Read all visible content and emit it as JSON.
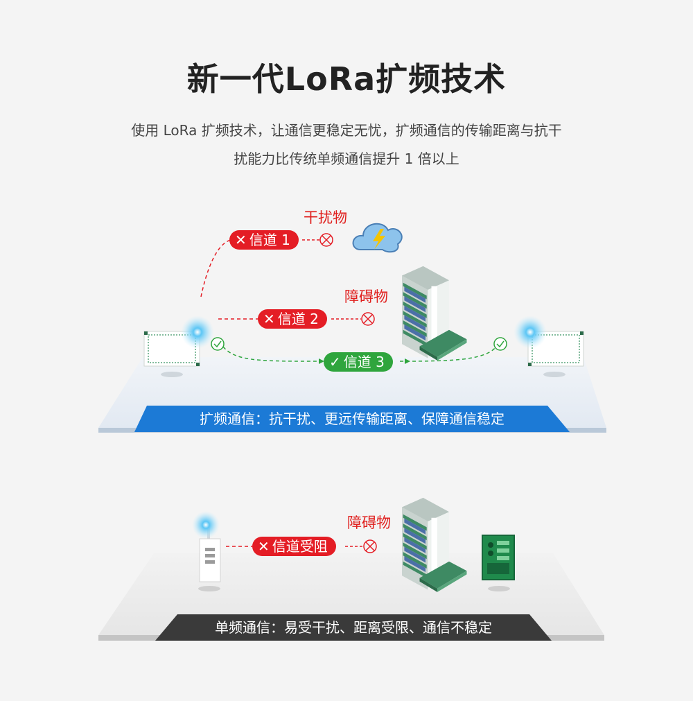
{
  "title": "新一代LoRa扩频技术",
  "subtitle": {
    "line1": "使用 LoRa 扩频技术，让通信更稳定无忧，扩频通信的传输距离与抗干",
    "line2": "扰能力比传统单频通信提升 1 倍以上"
  },
  "spread": {
    "interference_label": "干扰物",
    "obstacle_label": "障碍物",
    "channel1": "信道 1",
    "channel2": "信道 2",
    "channel3": "信道 3",
    "banner": "扩频通信：抗干扰、更远传输距离、保障通信稳定"
  },
  "single": {
    "obstacle_label": "障碍物",
    "channel": "信道受阻",
    "banner": "单频通信：易受干扰、距离受限、通信不稳定"
  },
  "colors": {
    "red": "#e41d25",
    "green": "#2fa53d",
    "blue_banner": "#1c7ad6",
    "dark_banner": "#3a3a3a"
  },
  "icons": [
    "cloud-lightning-icon",
    "building-icon",
    "blocked-circle-icon",
    "check-circle-icon",
    "lora-module-icon",
    "remote-transmitter-icon",
    "circuit-board-icon"
  ]
}
